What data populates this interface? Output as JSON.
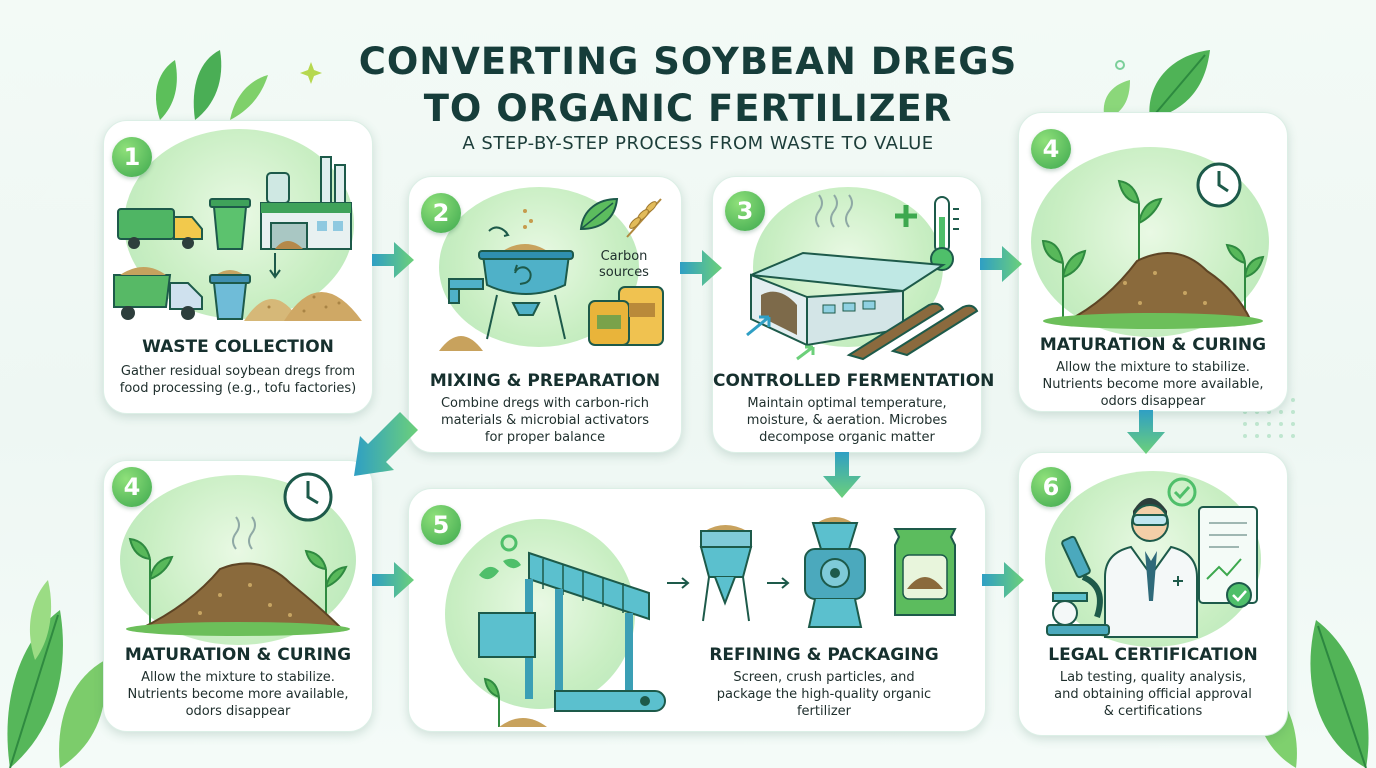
{
  "title_line1": "CONVERTING SOYBEAN DREGS",
  "title_line2": "TO ORGANIC FERTILIZER",
  "subtitle": "A STEP-BY-STEP PROCESS FROM WASTE TO VALUE",
  "colors": {
    "accent_green": "#3da84e",
    "dark_teal": "#163d3a",
    "arrow_gradient_start": "#2f9fc4",
    "arrow_gradient_end": "#6cd07a"
  },
  "steps": [
    {
      "number": "1",
      "title": "WASTE COLLECTION",
      "desc_l1": "Gather residual soybean dregs from",
      "desc_l2": "food processing (e.g., tofu factories)"
    },
    {
      "number": "2",
      "title": "MIXING & PREPARATION",
      "desc_l1": "Combine dregs with carbon-rich",
      "desc_l2": "materials & microbial activators",
      "desc_l3": "for proper balance",
      "callout": "Carbon sources"
    },
    {
      "number": "3",
      "title": "CONTROLLED FERMENTATION",
      "desc_l1": "Maintain optimal temperature,",
      "desc_l2": "moisture, & aeration. Microbes",
      "desc_l3": "decompose organic matter"
    },
    {
      "number": "4",
      "title": "MATURATION & CURING",
      "desc_l1": "Allow the mixture to stabilize.",
      "desc_l2": "Nutrients become more available,",
      "desc_l3": "odors disappear"
    },
    {
      "number": "4",
      "title": "MATURATION & CURING",
      "desc_l1": "Allow the mixture to stabilize.",
      "desc_l2": "Nutrients become more available,",
      "desc_l3": "odors disappear"
    },
    {
      "number": "5",
      "title": "REFINING & PACKAGING",
      "desc_l1": "Screen, crush particles, and",
      "desc_l2": "package the high-quality organic",
      "desc_l3": "fertilizer"
    },
    {
      "number": "6",
      "title": "LEGAL CERTIFICATION",
      "desc_l1": "Lab testing, quality analysis,",
      "desc_l2": "and obtaining official approval",
      "desc_l3": "& certifications"
    }
  ],
  "icons": [
    "truck-icon",
    "trash-bin-icon",
    "factory-icon",
    "dump-truck-icon",
    "mixer-icon",
    "leaf-icon",
    "wheat-icon",
    "sack-icon",
    "greenhouse-icon",
    "thermometer-icon",
    "plus-icon",
    "clock-icon",
    "sprout-icon",
    "compost-pile-icon",
    "sieve-machine-icon",
    "crusher-icon",
    "fertilizer-bag-icon",
    "scientist-icon",
    "microscope-icon",
    "certificate-icon",
    "check-icon",
    "award-ribbon-icon"
  ]
}
